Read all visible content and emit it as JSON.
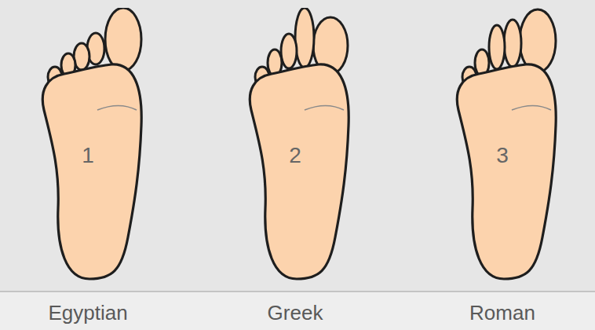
{
  "diagram": {
    "nodes": [
      {
        "text": [
          "1",
          "Egyptian"
        ]
      },
      {
        "text": [
          "2",
          "Greek"
        ]
      },
      {
        "text": [
          "3",
          "Roman"
        ]
      }
    ]
  }
}
